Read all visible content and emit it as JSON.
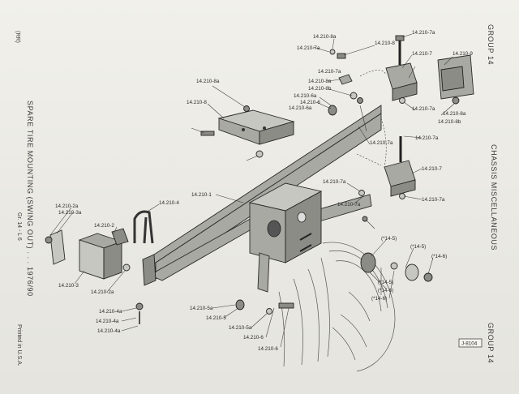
{
  "header": {
    "group_top": "GROUP 14",
    "group_bottom": "GROUP 14",
    "section": "CHASSIS MISCELLANEOUS",
    "title": "SPARE TIRE MOUNTING (SWING OUT) . . . 1976/90",
    "page_code": "Gr. 14 - L 6",
    "printed": "Printed in U.S.A.",
    "margin_mark": "(RR)",
    "fig_id": "J-8104"
  },
  "labels": [
    "14.210-8a",
    "14.210-8",
    "14.210-7a",
    "14.210-7",
    "14.210-7a",
    "14.210-9",
    "14.210-8a",
    "14.210-8b",
    "14.210-7a",
    "14.210-6a",
    "14.210-6",
    "14.210-6a",
    "14.210-8",
    "14.210-8a",
    "14.210-7a",
    "14.210-8a",
    "14.210-8b",
    "14.210-7a",
    "14.210-7a",
    "14.210-7",
    "14.210-7a",
    "14.210-7a",
    "14.210-7a",
    "14.210-1",
    "14.210-4",
    "14.210-2a",
    "14.210-3a",
    "14.210-2",
    "14.210-3",
    "14.210-2a",
    "14.210-4a",
    "14.210-4a",
    "14.210-4a",
    "14.210-5a",
    "14.210-5",
    "14.210-5a",
    "14.210-6",
    "14.210-6",
    "(*14-5)",
    "(*14-5)",
    "(*14-6)",
    "(*14-6)",
    "(*14-6)",
    "(*14-5)"
  ]
}
